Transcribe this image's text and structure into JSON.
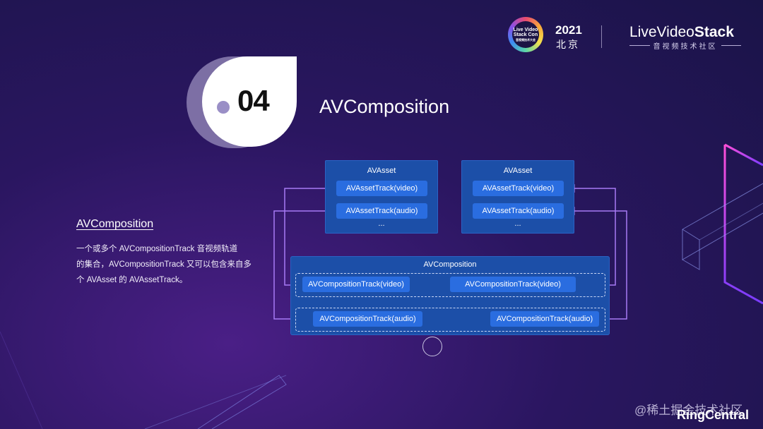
{
  "header": {
    "event_logo_lines": [
      "Live Video",
      "Stack Con",
      "音视频技术大会"
    ],
    "event_year": "2021",
    "event_city": "北京",
    "brand_name_prefix": "LiveVideo",
    "brand_name_bold": "Stack",
    "brand_sub": "音视频技术社区"
  },
  "section": {
    "number": "04",
    "title": "AVComposition"
  },
  "description": {
    "heading": "AVComposition",
    "lines": [
      "一个或多个 AVCompositionTrack 音视频轨道",
      "的集合，AVCompositionTrack 又可以包含来自多",
      "个 AVAsset 的 AVAssetTrack。"
    ]
  },
  "diagram": {
    "asset_left": {
      "title": "AVAsset",
      "video_track": "AVAssetTrack(video)",
      "audio_track": "AVAssetTrack(audio)",
      "more": "..."
    },
    "asset_right": {
      "title": "AVAsset",
      "video_track": "AVAssetTrack(video)",
      "audio_track": "AVAssetTrack(audio)",
      "more": "..."
    },
    "composition": {
      "title": "AVComposition",
      "video_track_left": "AVCompositionTrack(video)",
      "video_track_right": "AVCompositionTrack(video)",
      "audio_track_left": "AVCompositionTrack(audio)",
      "audio_track_right": "AVCompositionTrack(audio)"
    },
    "colors": {
      "box": "#1c4fa8",
      "track": "#2a6de0",
      "arrow": "#9b6cf0"
    }
  },
  "footer": {
    "watermark": "@稀土掘金技术社区",
    "logo": "RingCentral"
  }
}
